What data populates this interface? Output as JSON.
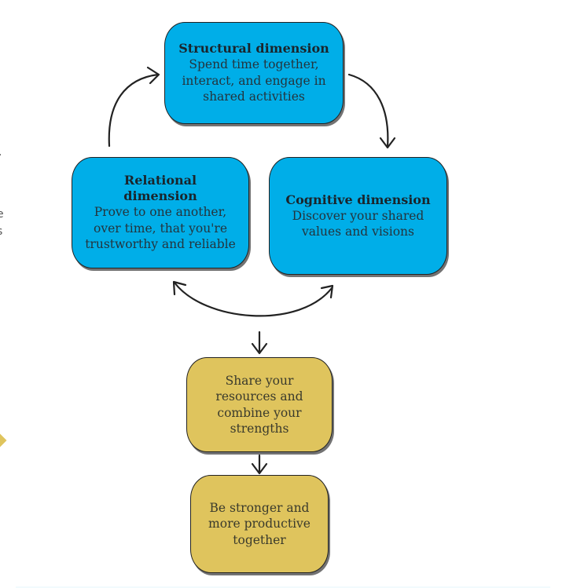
{
  "diagram": {
    "nodes": {
      "structural": {
        "title": "Structural dimension",
        "description": "Spend time together, interact, and engage in shared activities",
        "color": "#00aee8"
      },
      "relational": {
        "title": "Relational dimension",
        "description": "Prove to one another, over time, that you're trustworthy and reliable",
        "color": "#00aee8"
      },
      "cognitive": {
        "title": "Cognitive dimension",
        "description": "Discover your shared values and visions",
        "color": "#00aee8"
      },
      "share": {
        "description": "Share your resources and combine your strengths",
        "color": "#dfc45d"
      },
      "stronger": {
        "description": "Be stronger and more productive together",
        "color": "#dfc45d"
      }
    },
    "edges": [
      {
        "from": "relational",
        "to": "structural",
        "type": "curved-arrow"
      },
      {
        "from": "structural",
        "to": "cognitive",
        "type": "curved-arrow"
      },
      {
        "from": "relational",
        "to": "cognitive",
        "type": "double-headed-curved-arrow"
      },
      {
        "from": "cycle",
        "to": "share",
        "type": "straight-arrow"
      },
      {
        "from": "share",
        "to": "stronger",
        "type": "straight-arrow"
      }
    ]
  },
  "left_edge_fragments": [
    ".",
    "e",
    "s"
  ]
}
